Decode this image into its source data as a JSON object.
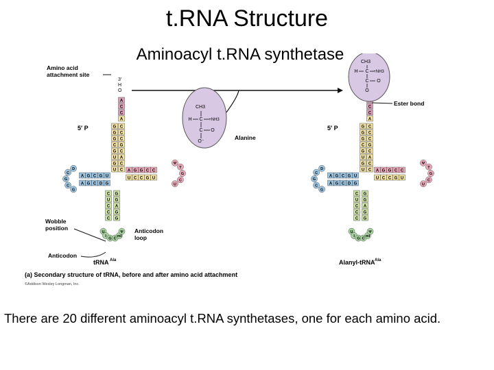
{
  "slide": {
    "title": "t.RNA Structure",
    "subtitle": "Aminoacyl t.RNA synthetase",
    "caption": "There are 20 different aminoacyl t.RNA synthetases, one for each amino acid."
  },
  "figure": {
    "labels": {
      "amino_acid_site": [
        "Amino acid",
        "attachment site"
      ],
      "ester_bond": "Ester bond",
      "alanine": "Alanine",
      "wobble": [
        "Wobble",
        "position"
      ],
      "anticodon_loop": [
        "Anticodon",
        "loop"
      ],
      "anticodon": "Anticodon",
      "trna_left": "tRNA",
      "trna_left_sup": "Ala",
      "trna_right": "Alanyl-tRNA",
      "trna_right_sup": "Ala",
      "five_prime": "5′ P",
      "three_prime": "3′",
      "figure_caption": "(a) Secondary structure of tRNA, before and after amino acid attachment",
      "copyright": "©Addison Wesley Longman, Inc."
    },
    "alanine_molecule": {
      "ch3": "CH3",
      "h": "H",
      "c": "C",
      "nh3": "+NH3",
      "c2": "C",
      "o": "O",
      "o_minus": "O⁻"
    },
    "attached_molecule": {
      "ch3": "CH3",
      "h": "H",
      "c": "C",
      "nh3": "+NH3",
      "c2": "C",
      "o": "O"
    },
    "acceptor_top": [
      "A",
      "C",
      "C",
      "A"
    ],
    "acceptor_5": [
      "G",
      "G",
      "G",
      "C",
      "G",
      "U",
      "G",
      "U"
    ],
    "acceptor_3": [
      "C",
      "C",
      "C",
      "G",
      "C",
      "A",
      "C",
      "C"
    ],
    "d_arm": [
      "U",
      "G",
      "C",
      "G",
      "A",
      "G",
      "D",
      "C",
      "G",
      "A",
      "G",
      "C",
      "G",
      "C",
      "D"
    ],
    "t_arm": [
      "A",
      "G",
      "G",
      "C",
      "C",
      "U",
      "C",
      "C",
      "G",
      "U",
      "U",
      "C",
      "G",
      "T",
      "Ψ"
    ],
    "anticodon_stem": [
      "C",
      "U",
      "C",
      "C",
      "C",
      "G",
      "G",
      "A",
      "G",
      "G"
    ],
    "anticodon_loop": [
      "U",
      "I",
      "G",
      "C",
      "mI",
      "Ψ"
    ],
    "colors": {
      "acceptor": "#f2e2a4",
      "acceptor_top": "#d9a1b8",
      "d_arm": "#9cc4e0",
      "t_arm": "#e8a8b8",
      "anticodon_stem": "#cfe3a8",
      "anticodon_loop": "#a8d0a0",
      "amino_bubble": "#d8c8e4",
      "stroke": "#333333"
    }
  }
}
